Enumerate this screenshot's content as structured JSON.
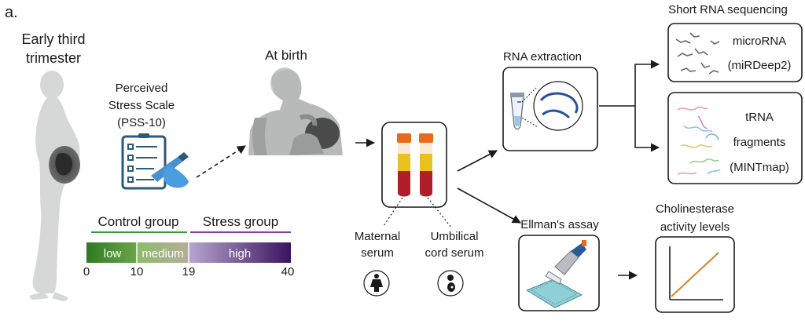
{
  "panel_label": "a.",
  "pregnancy": {
    "line1": "Early third",
    "line2": "trimester"
  },
  "questionnaire": {
    "line1": "Perceived",
    "line2": "Stress Scale",
    "line3": "(PSS-10)"
  },
  "birth": {
    "title": "At birth"
  },
  "groups": {
    "control": "Control group",
    "stress": "Stress group",
    "control_color": "#3a9a3a",
    "stress_color": "#7a3fa8"
  },
  "scale": {
    "segments": [
      "low",
      "medium",
      "high"
    ],
    "ticks": [
      "0",
      "10",
      "19",
      "40"
    ]
  },
  "samples": {
    "maternal": {
      "line1": "Maternal",
      "line2": "serum"
    },
    "umbilical": {
      "line1": "Umbilical",
      "line2": "cord serum"
    }
  },
  "rna_extraction": {
    "title": "RNA extraction"
  },
  "sequencing": {
    "title": "Short RNA sequencing",
    "mirna": {
      "line1": "microRNA",
      "line2": "(miRDeep2)"
    },
    "trna": {
      "line1": "tRNA",
      "line2": "fragments",
      "line3": "(MINTmap)"
    }
  },
  "ellman": {
    "title": "Ellman's assay"
  },
  "cholinesterase": {
    "line1": "Cholinesterase",
    "line2": "activity levels"
  },
  "icons": [
    "pregnant-woman-icon",
    "clipboard-pen-icon",
    "breastfeeding-mother-icon",
    "blood-tubes-icon",
    "test-tube-rna-icon",
    "female-person-icon",
    "baby-icon",
    "pipette-plate-icon",
    "line-graph-icon"
  ],
  "colors": {
    "tube_cap": "#e86a1a",
    "serum": "#e8c020",
    "blood": "#b01e2a",
    "graph_line": "#d9822b"
  }
}
